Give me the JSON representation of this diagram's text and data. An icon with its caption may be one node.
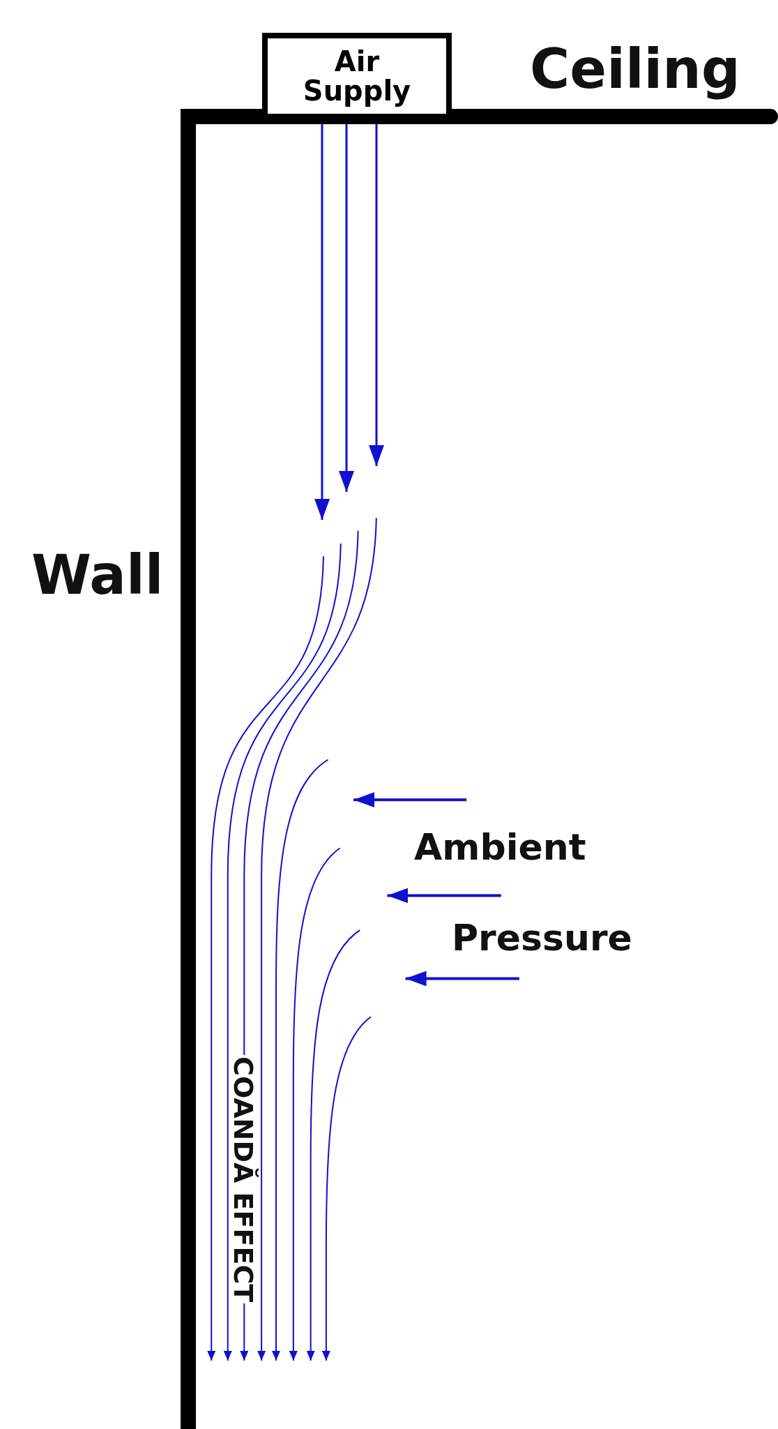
{
  "diagram": {
    "nodes": [
      {
        "text": [
          "Air Supply"
        ]
      }
    ],
    "labels": [
      "Ceiling",
      "Wall",
      "Ambient",
      "Pressure",
      "COANDĂ EFFECT"
    ]
  }
}
